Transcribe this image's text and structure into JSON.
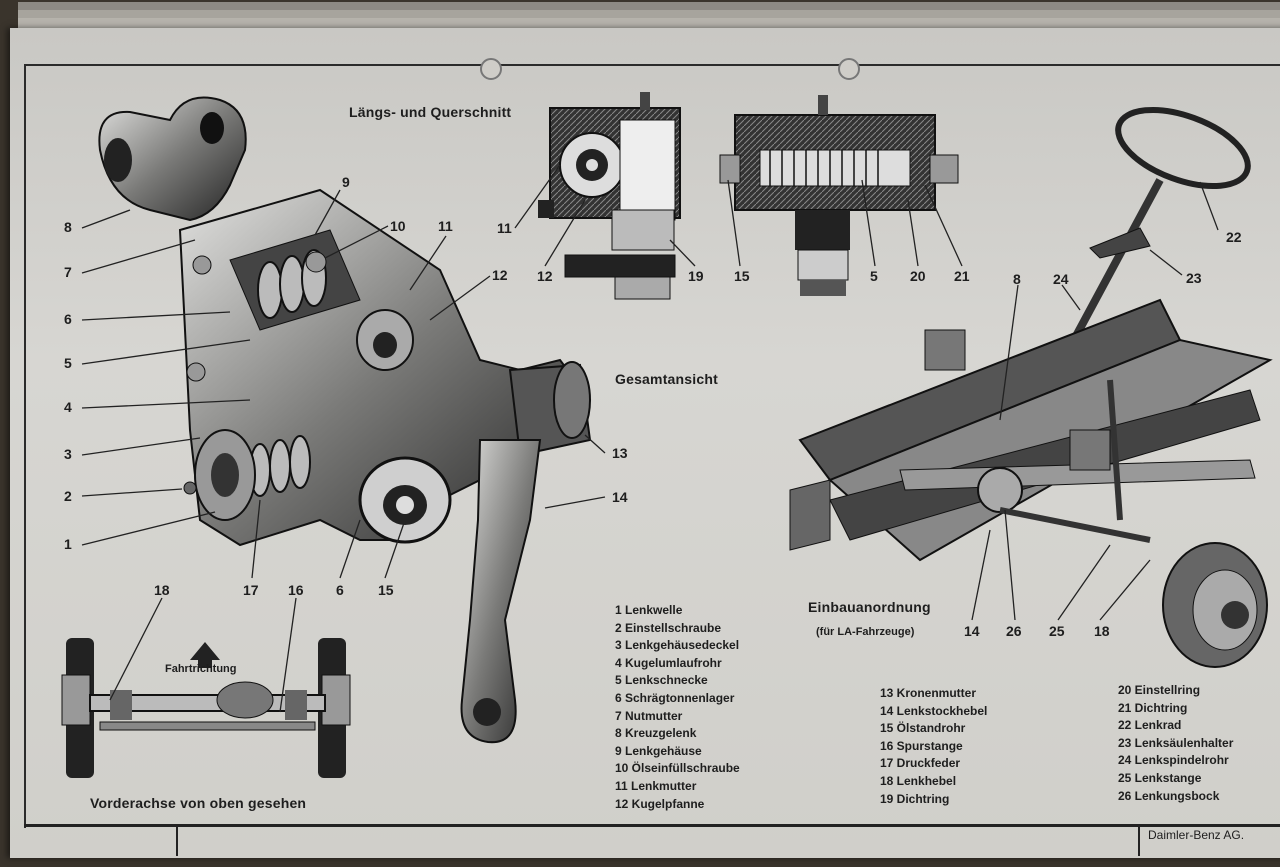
{
  "sections": {
    "cross_section": "Längs- und Querschnitt",
    "overall_view": "Gesamtansicht",
    "installation": "Einbauanordnung",
    "installation_sub": "(für LA-Fahrzeuge)",
    "axle_top": "Vorderachse von oben gesehen",
    "direction": "Fahrtrichtung"
  },
  "callouts": {
    "left": [
      "8",
      "7",
      "6",
      "5",
      "4",
      "3",
      "2",
      "1"
    ],
    "top": [
      "9",
      "10",
      "11",
      "12",
      "13",
      "14"
    ],
    "bottom": [
      "17",
      "6",
      "15"
    ],
    "axle": [
      "18",
      "16"
    ],
    "section": [
      "11",
      "12",
      "19",
      "15",
      "5",
      "20",
      "21"
    ],
    "install": [
      "22",
      "23",
      "8",
      "24",
      "14",
      "26",
      "25",
      "18"
    ]
  },
  "legend_col1": [
    "1  Lenkwelle",
    "2  Einstellschraube",
    "3  Lenkgehäusedeckel",
    "4  Kugelumlaufrohr",
    "5  Lenkschnecke",
    "6  Schrägtonnenlager",
    "7  Nutmutter",
    "8  Kreuzgelenk",
    "9  Lenkgehäuse",
    "10  Ölseinfüllschraube",
    "11  Lenkmutter",
    "12  Kugelpfanne"
  ],
  "legend_col2": [
    "13  Kronenmutter",
    "14  Lenkstockhebel",
    "15  Ölstandrohr",
    "16  Spurstange",
    "17  Druckfeder",
    "18  Lenkhebel",
    "19  Dichtring"
  ],
  "legend_col3": [
    "20  Einstellring",
    "21  Dichtring",
    "22  Lenkrad",
    "23  Lenksäulenhalter",
    "24  Lenkspindelrohr",
    "25  Lenkstange",
    "26  Lenkungsbock"
  ],
  "footer": {
    "company": "Daimler-Benz AG."
  }
}
